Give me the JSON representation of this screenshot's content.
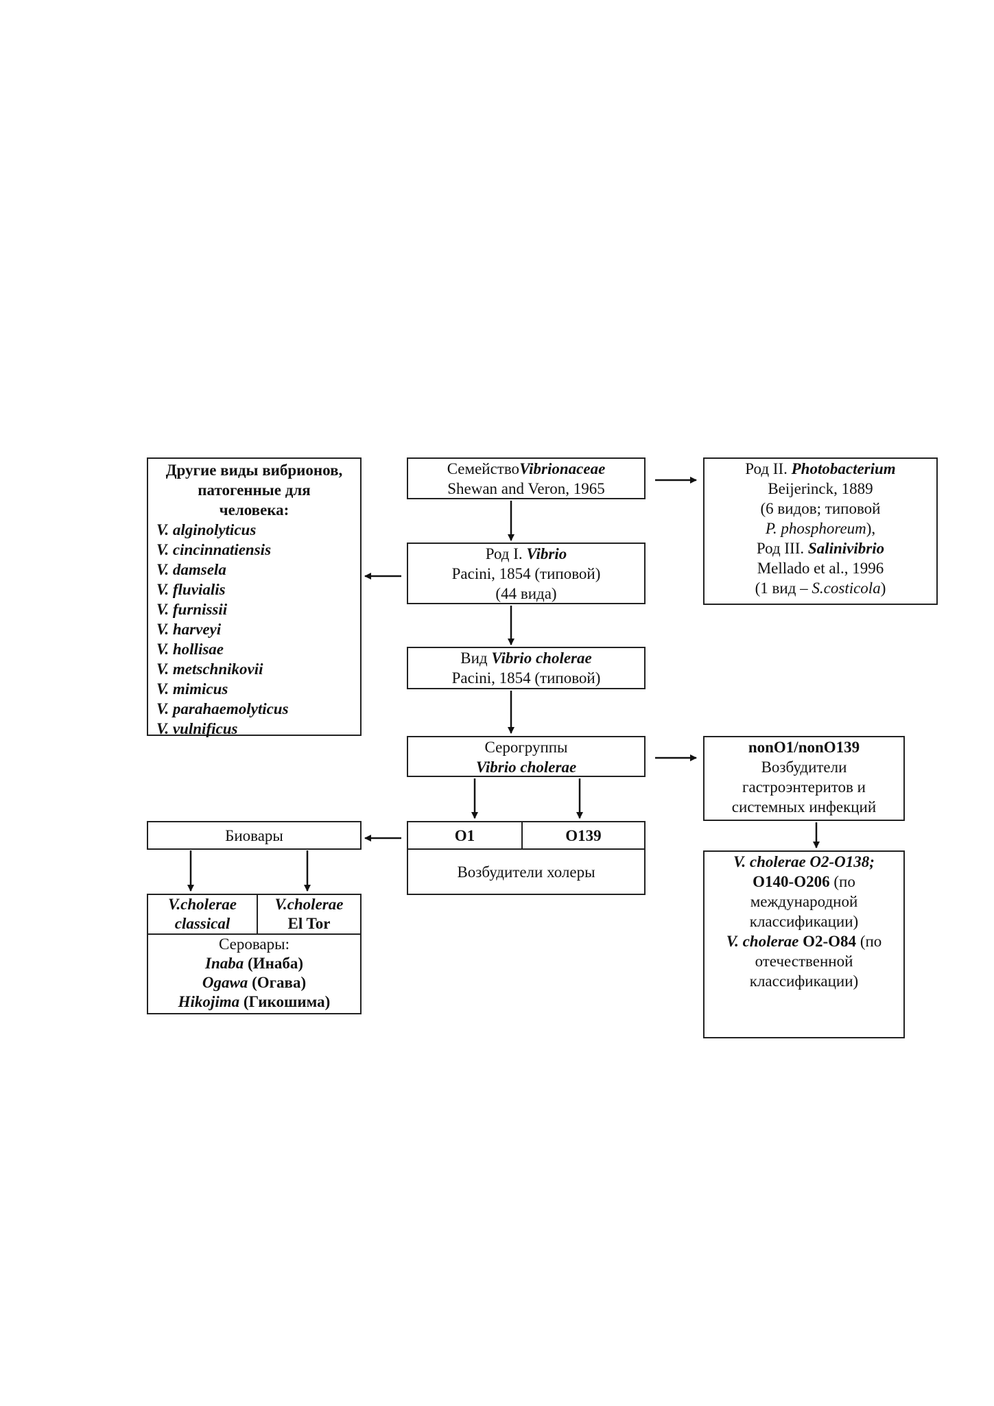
{
  "family": {
    "line1_prefix": "Семейство",
    "line1_name": "Vibrionaceae",
    "line2": "Shewan and Veron, 1965"
  },
  "genus_vibrio": {
    "line1_prefix": "Род I. ",
    "line1_name": "Vibrio",
    "line2": "Pacini, 1854 (типовой)",
    "line3": "(44 вида)"
  },
  "other_genera": {
    "line1_prefix": "Род II. ",
    "line1_name": "Photobacterium",
    "line2": "Beijerinck, 1889",
    "line3": "(6 видов; типовой",
    "line4_name": "P. phosphoreum",
    "line4_suffix": "),",
    "line5_prefix": "Род III. ",
    "line5_name": "Salinivibrio",
    "line6": "Mellado et al., 1996",
    "line7_prefix": "(1 вид – ",
    "line7_name": "S.costicola",
    "line7_suffix": ")"
  },
  "species": {
    "line1_prefix": "Вид ",
    "line1_name": "Vibrio cholerae",
    "line2": "Pacini, 1854 (типовой)"
  },
  "other_species": {
    "header": [
      "Другие виды вибрионов,",
      "патогенные для",
      "человека:"
    ],
    "items": [
      "V. alginolyticus",
      "V. cincinnatiensis",
      "V. damsela",
      "V. fluvialis",
      "V. furnissii",
      "V. harveyi",
      "V. hollisae",
      "V. metschnikovii",
      "V. mimicus",
      "V. parahaemolyticus",
      "V. vulnificus"
    ]
  },
  "serogroups": {
    "line1": "Серогруппы",
    "line2": "Vibrio cholerae"
  },
  "non_o1": {
    "line1": "nonO1/nonO139",
    "line2": "Возбудители",
    "line3": "гастроэнтеритов и",
    "line4": "системных инфекций"
  },
  "cholera_agents": {
    "o1": "O1",
    "o139": "O139",
    "caption": "Возбудители холеры"
  },
  "biovars": {
    "label": "Биовары",
    "classical_line1": "V.cholerae",
    "classical_line2": "classical",
    "eltor_line1": "V.cholerae",
    "eltor_line2": "El Tor",
    "serovars_label": "Серовары:",
    "serovars": [
      {
        "name": "Inaba",
        "ru": " (Инаба)"
      },
      {
        "name": "Ogawa",
        "ru": " (Огава)"
      },
      {
        "name": "Hikojima",
        "ru": " (Гикошима)"
      }
    ]
  },
  "classification": {
    "line1": "V. cholerae O2-O138;",
    "line2_b": "O140-O206",
    "line2_n": " (по",
    "line3": "международной",
    "line4": "классификации)",
    "line5_name": "V. cholerae",
    "line5_b": " O2-O84",
    "line5_n": " (по",
    "line6": "отечественной",
    "line7": "классификации)"
  }
}
